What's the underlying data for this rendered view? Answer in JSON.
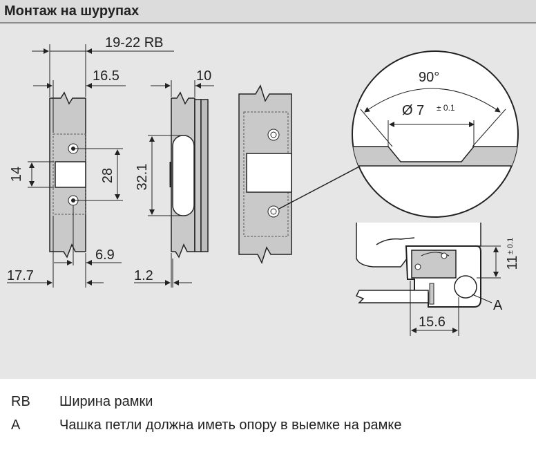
{
  "title": "Монтаж на шурупах",
  "dimensions": {
    "frame_width": "19-22 RB",
    "d_16_5": "16.5",
    "d_10": "10",
    "d_14": "14",
    "d_28": "28",
    "d_32_1": "32.1",
    "d_6_9": "6.9",
    "d_17_7": "17.7",
    "d_1_2": "1.2",
    "angle": "90°",
    "diameter": "Ø 7",
    "tol_small": "± 0.1",
    "d_11": "11",
    "tol_11": "± 0.1",
    "d_15_6": "15.6",
    "label_a": "A"
  },
  "legend": [
    {
      "key": "RB",
      "text": "Ширина рамки"
    },
    {
      "key": "A",
      "text": "Чашка петли должна иметь опору в выемке на рамке"
    }
  ]
}
